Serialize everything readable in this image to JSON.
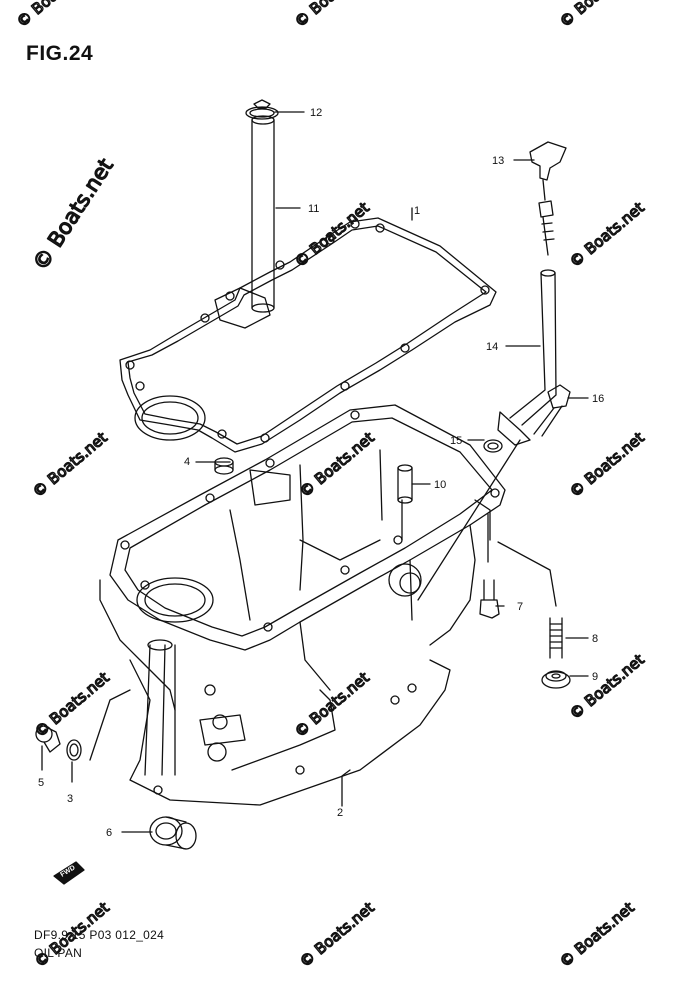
{
  "figure": {
    "title": "FIG.24",
    "code": "DF9.9 15 P03 012_024",
    "name": "OIL PAN"
  },
  "watermark": {
    "text": "© Boats.net",
    "big_text": "© Boats.net"
  },
  "callouts": [
    {
      "id": "c1",
      "label": "1"
    },
    {
      "id": "c2",
      "label": "2"
    },
    {
      "id": "c3",
      "label": "3"
    },
    {
      "id": "c4",
      "label": "4"
    },
    {
      "id": "c5",
      "label": "5"
    },
    {
      "id": "c6",
      "label": "6"
    },
    {
      "id": "c7",
      "label": "7"
    },
    {
      "id": "c8",
      "label": "8"
    },
    {
      "id": "c9",
      "label": "9"
    },
    {
      "id": "c10",
      "label": "10"
    },
    {
      "id": "c11",
      "label": "11"
    },
    {
      "id": "c12",
      "label": "12"
    },
    {
      "id": "c13",
      "label": "13"
    },
    {
      "id": "c14",
      "label": "14"
    },
    {
      "id": "c15",
      "label": "15"
    },
    {
      "id": "c16",
      "label": "16"
    }
  ],
  "fwd_marker": {
    "label": "FWD",
    "icon": "fwd-arrow-icon"
  }
}
